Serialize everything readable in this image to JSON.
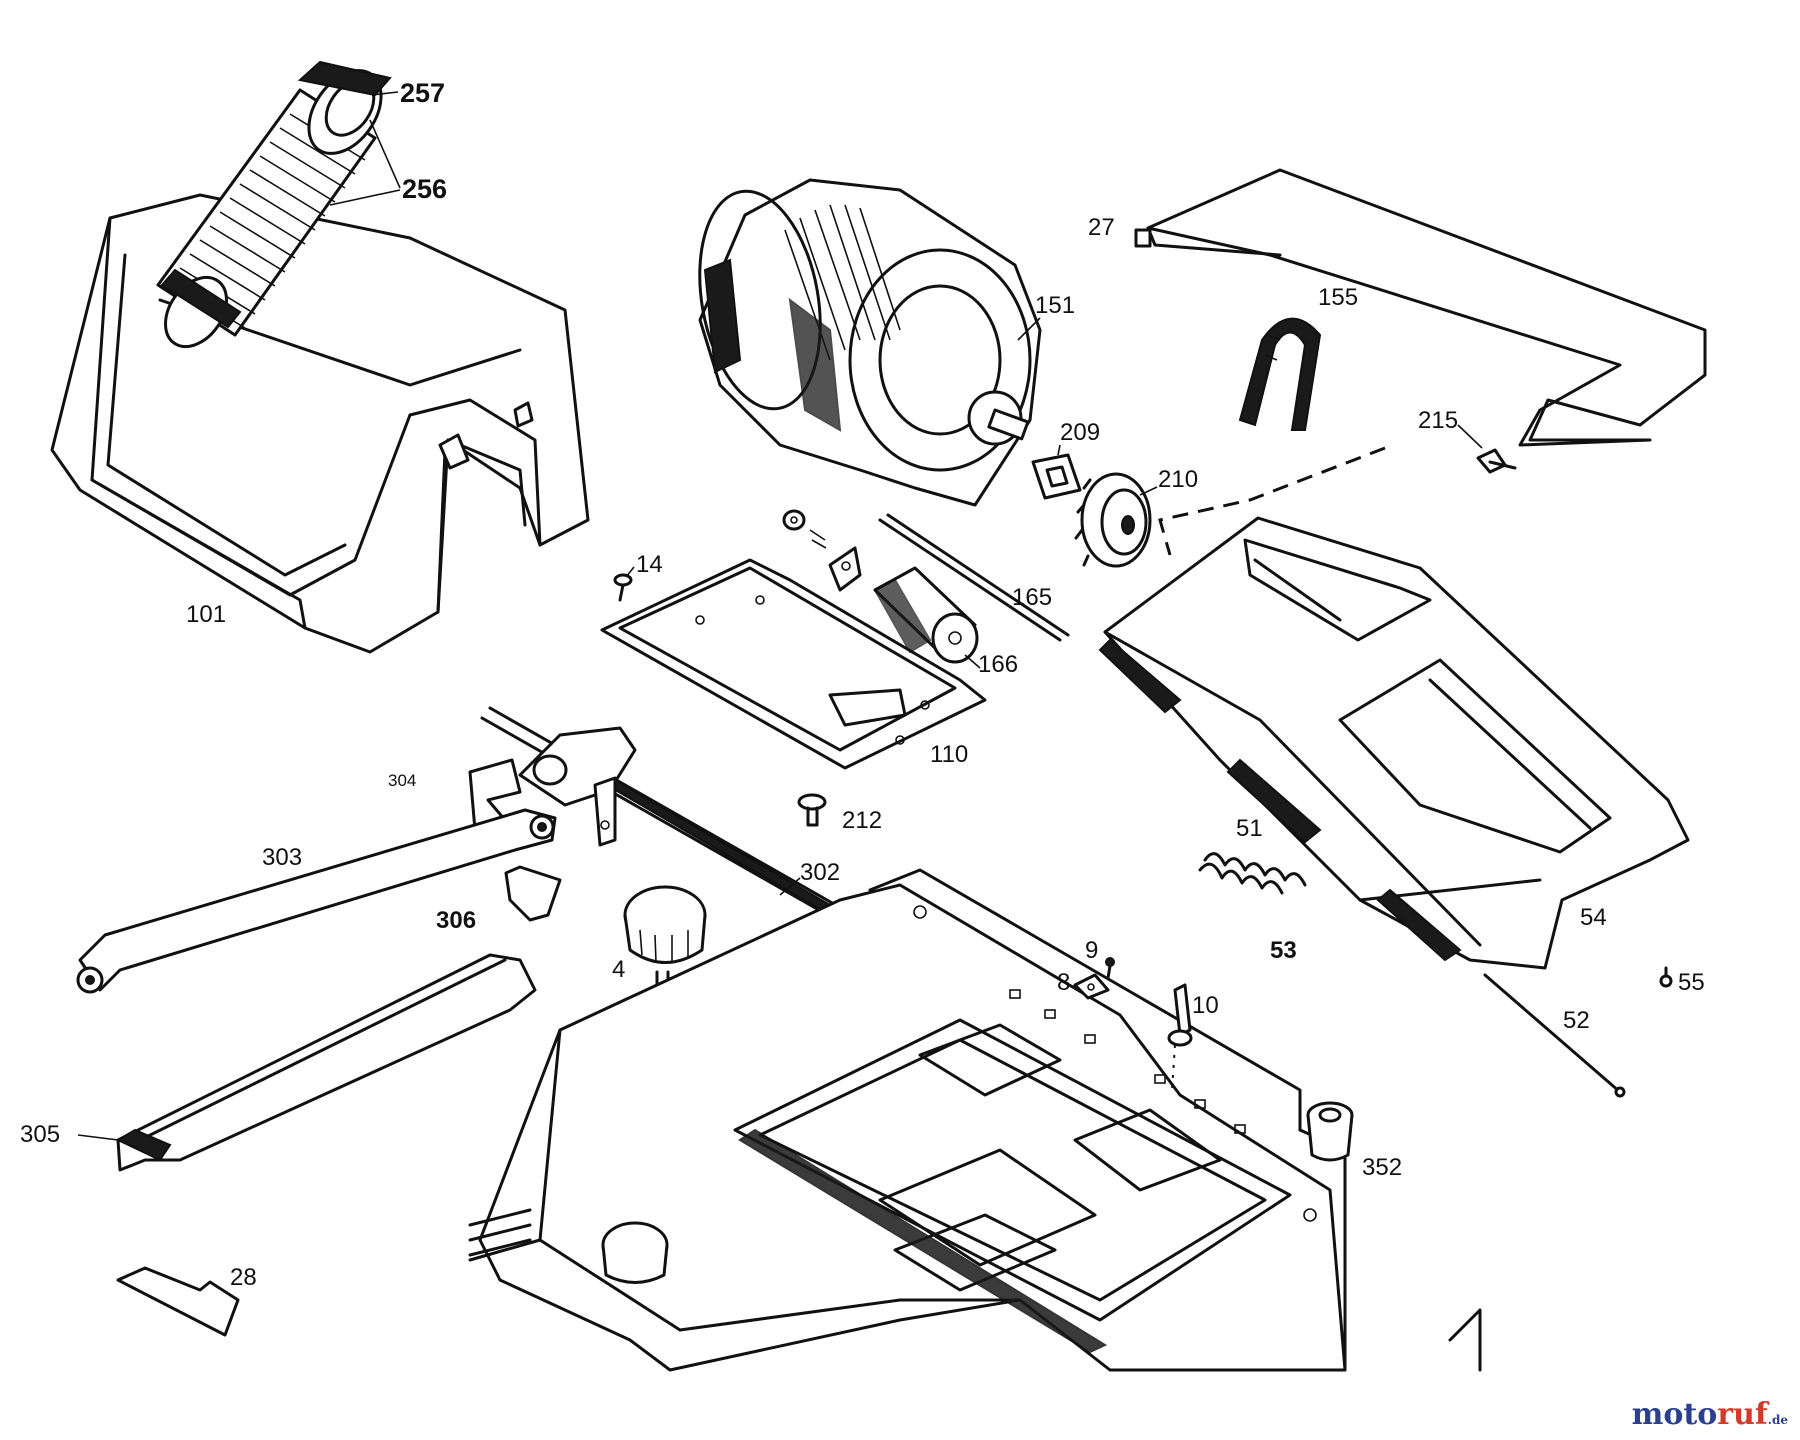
{
  "labels": {
    "p257": "257",
    "p256": "256",
    "p101": "101",
    "p27": "27",
    "p151": "151",
    "p155": "155",
    "p209": "209",
    "p210": "210",
    "p215": "215",
    "p14": "14",
    "p165": "165",
    "p166": "166",
    "p110": "110",
    "p212": "212",
    "p304": "304",
    "p303": "303",
    "p302": "302",
    "p306": "306",
    "p4": "4",
    "p51": "51",
    "p53": "53",
    "p54": "54",
    "p9": "9",
    "p8": "8",
    "p10": "10",
    "p55": "55",
    "p52": "52",
    "p305": "305",
    "p352": "352",
    "p28": "28"
  },
  "watermark": {
    "part_a": "moto",
    "part_b": "ruf",
    "part_c": ".de"
  }
}
